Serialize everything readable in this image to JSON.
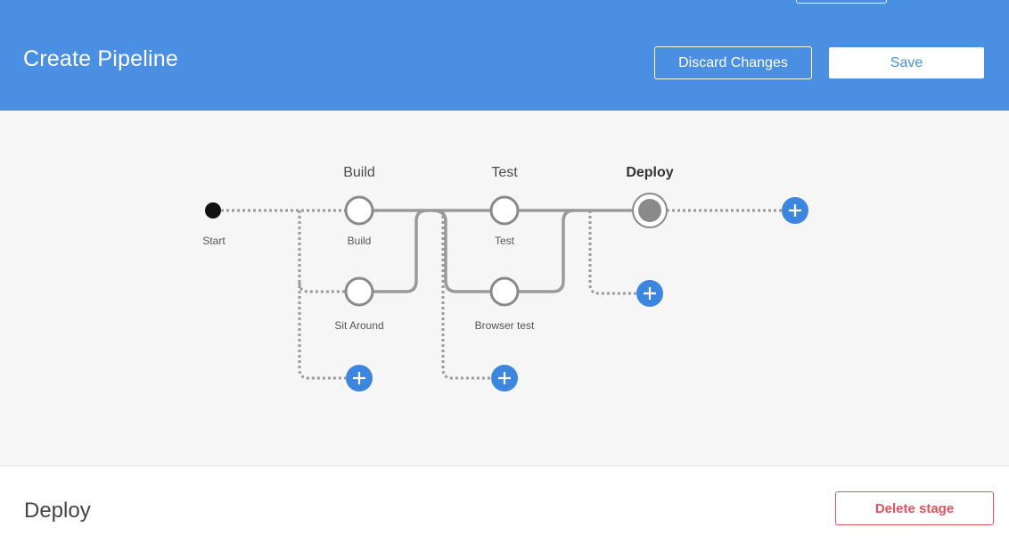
{
  "header": {
    "title": "Create Pipeline",
    "discard_label": "Discard Changes",
    "save_label": "Save",
    "background_color": "#4a8fe2"
  },
  "pipeline": {
    "start_label": "Start",
    "stages": [
      {
        "title": "Build",
        "selected": false,
        "nodes": [
          "Build",
          "Sit Around"
        ]
      },
      {
        "title": "Test",
        "selected": false,
        "nodes": [
          "Test",
          "Browser test"
        ]
      },
      {
        "title": "Deploy",
        "selected": true,
        "nodes": []
      }
    ],
    "icons": {
      "add": "plus-icon",
      "start": "start-dot-icon"
    },
    "colors": {
      "add_button": "#3d86e0",
      "connector_solid": "#9a9a9a",
      "node_border": "#8a8a8a",
      "selected_node_fill": "#8a8a8a"
    }
  },
  "footer": {
    "stage_title": "Deploy",
    "delete_label": "Delete stage",
    "danger_color": "#e0525e"
  }
}
